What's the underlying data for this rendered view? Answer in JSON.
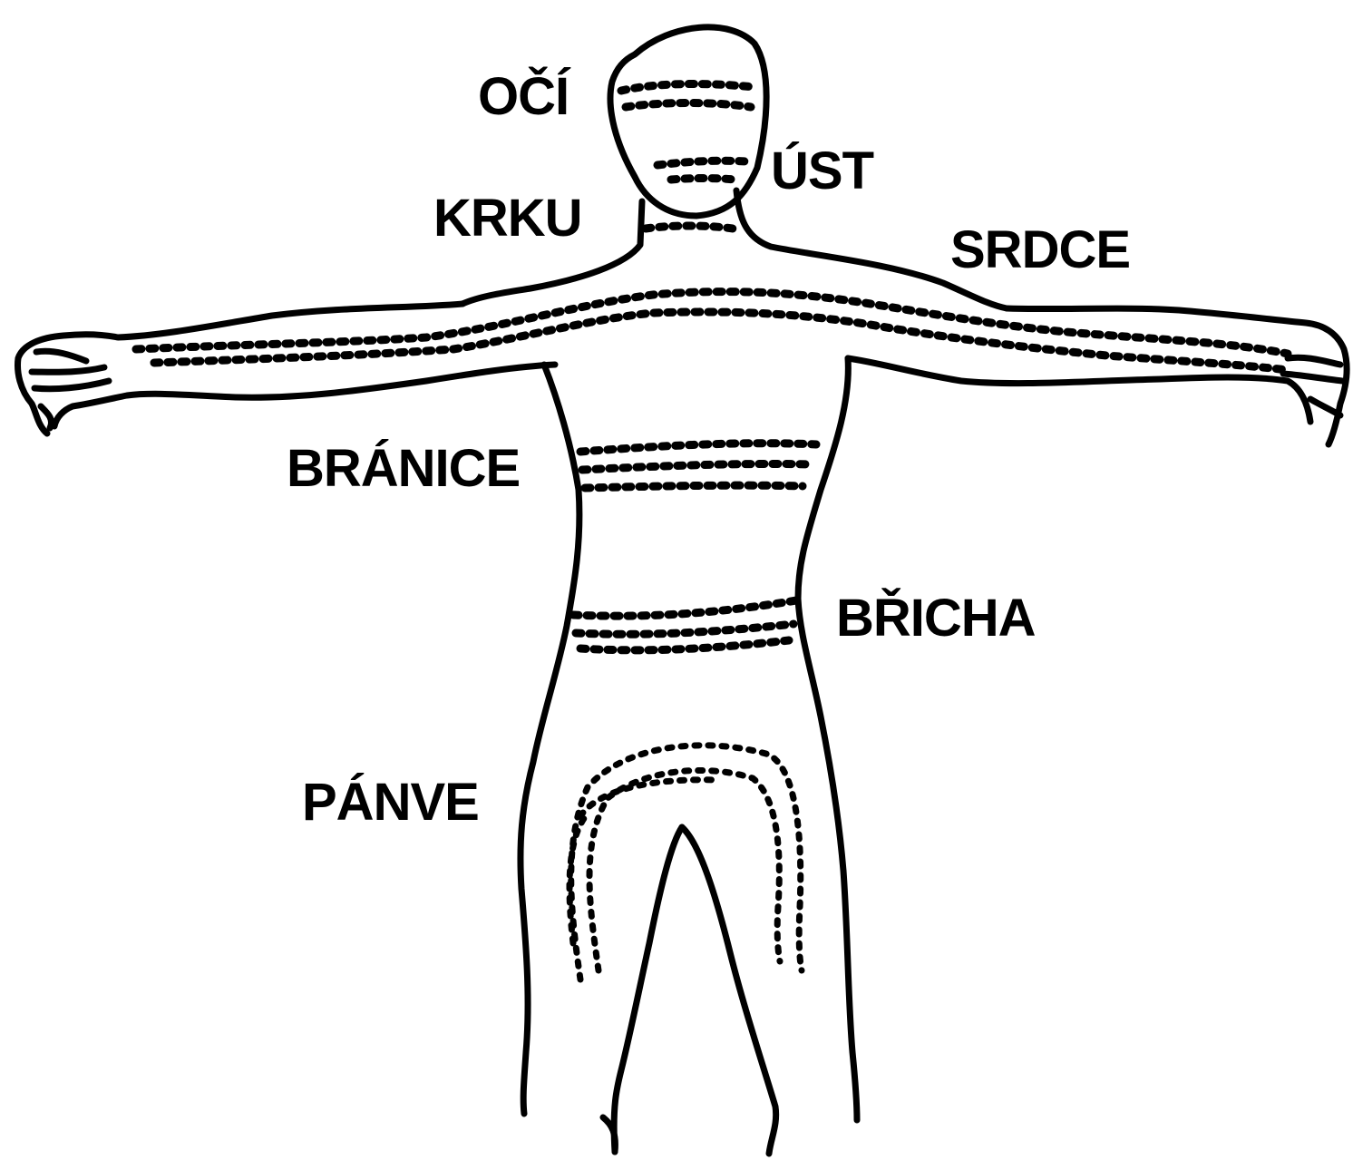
{
  "labels": {
    "eyes": "OČÍ",
    "mouth": "ÚST",
    "neck": "KRKU",
    "heart": "SRDCE",
    "diaphragm": "BRÁNICE",
    "abdomen": "BŘICHA",
    "pelvis": "PÁNVE"
  },
  "colors": {
    "ink": "#000000",
    "paper": "#ffffff"
  }
}
